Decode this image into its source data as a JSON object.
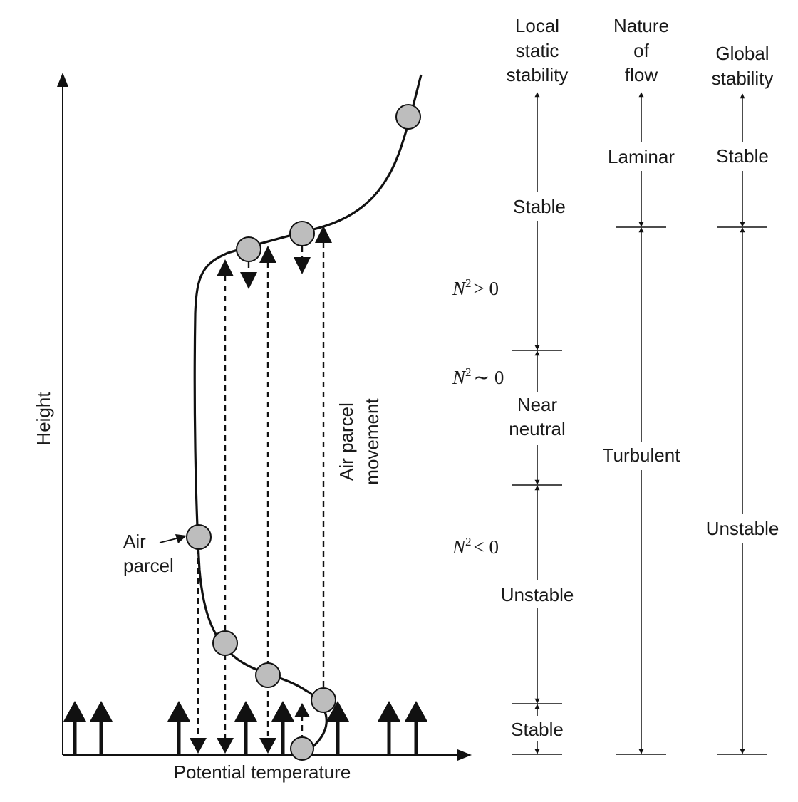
{
  "axes": {
    "y_label": "Height",
    "x_label": "Potential temperature"
  },
  "annotations": {
    "air_parcel_line1": "Air",
    "air_parcel_line2": "parcel",
    "movement_line1": "Air parcel",
    "movement_line2": "movement"
  },
  "columns": {
    "local": {
      "header": [
        "Local",
        "static",
        "stability"
      ],
      "segments": {
        "stable_top": "Stable",
        "near_neutral_1": "Near",
        "near_neutral_2": "neutral",
        "unstable": "Unstable",
        "stable_bottom": "Stable"
      },
      "conditions": [
        {
          "symbol": "N",
          "exponent": "2",
          "relation": "> 0"
        },
        {
          "symbol": "N",
          "exponent": "2",
          "relation": "∼ 0"
        },
        {
          "symbol": "N",
          "exponent": "2",
          "relation": "< 0"
        }
      ]
    },
    "nature": {
      "header": [
        "Nature",
        "of",
        "flow"
      ],
      "segments": {
        "laminar": "Laminar",
        "turbulent": "Turbulent"
      }
    },
    "global": {
      "header": [
        "Global",
        "stability"
      ],
      "segments": {
        "stable": "Stable",
        "unstable": "Unstable"
      }
    }
  }
}
